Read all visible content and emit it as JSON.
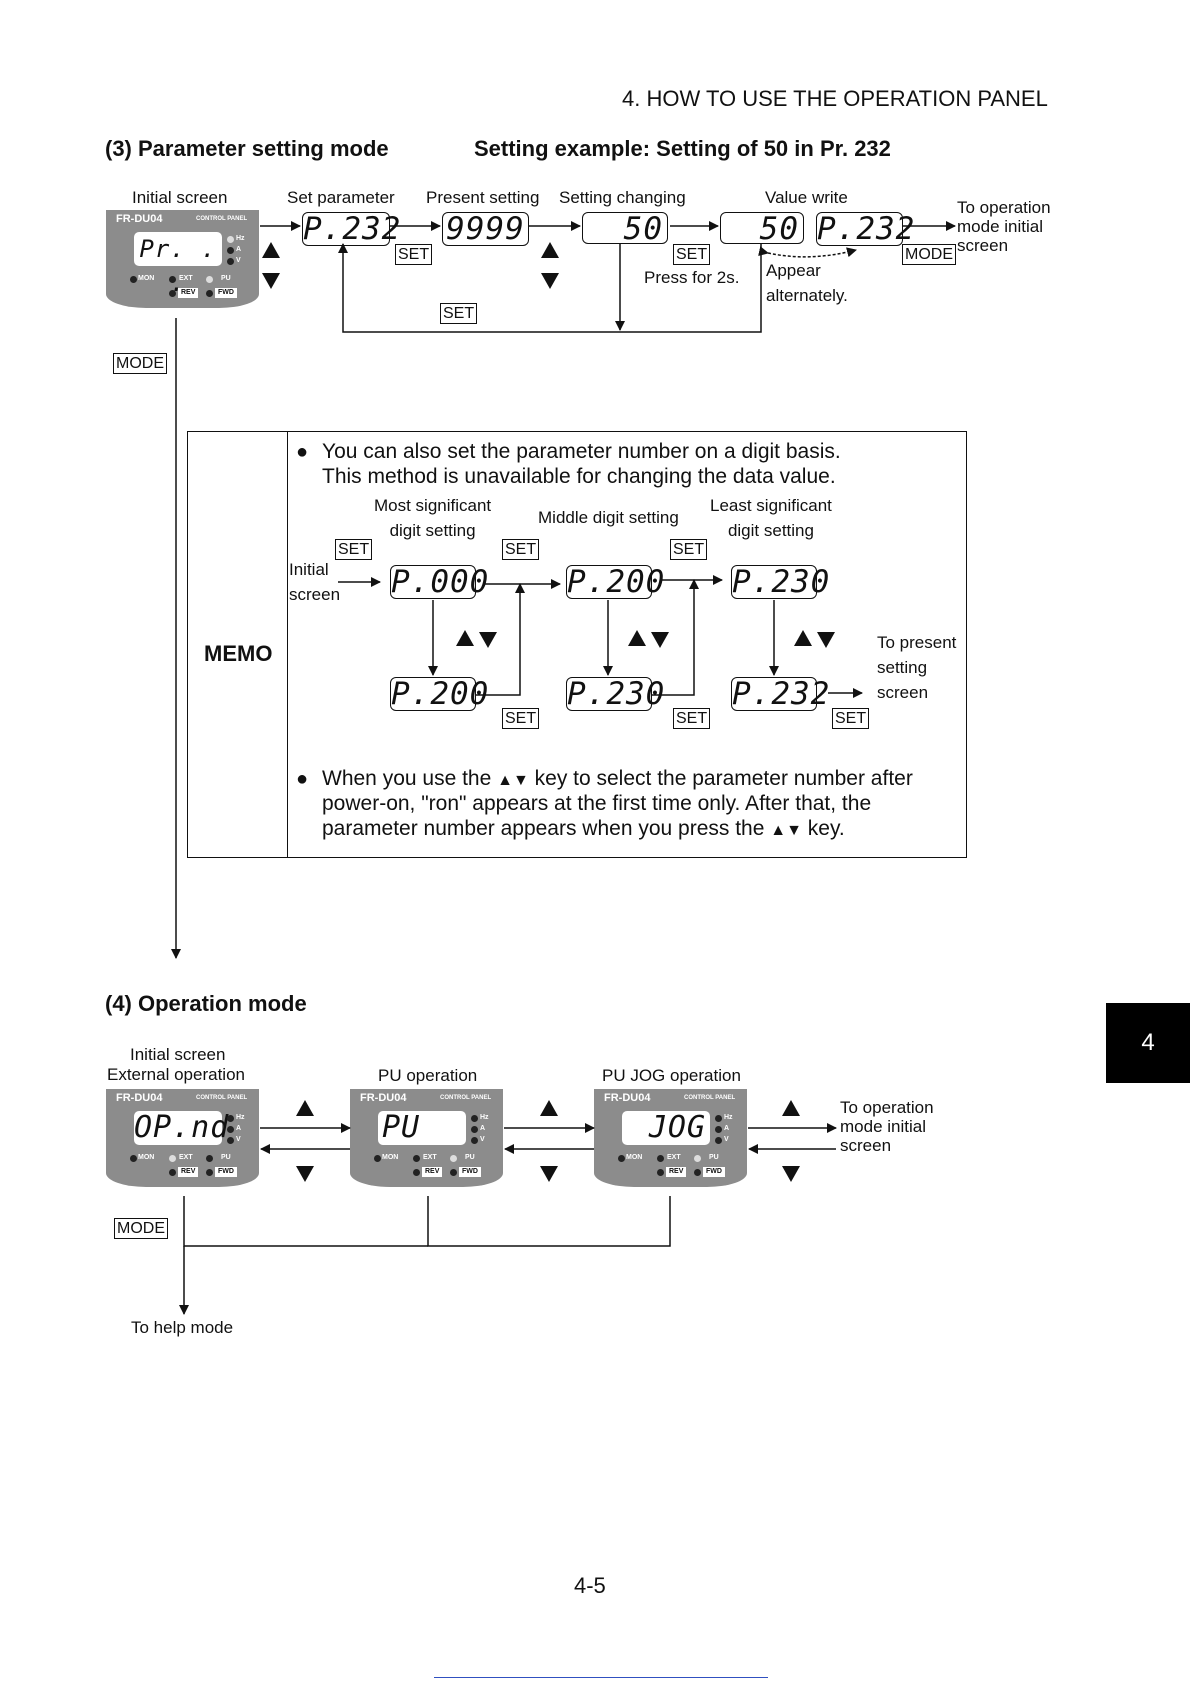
{
  "header": {
    "title": "4. HOW TO USE THE OPERATION PANEL"
  },
  "section3": {
    "title": "(3) Parameter setting mode",
    "example": "Setting example: Setting of 50 in Pr. 232",
    "labels": {
      "initial_screen": "Initial screen",
      "set_parameter": "Set parameter",
      "present_setting": "Present setting",
      "setting_changing": "Setting changing",
      "value_write": "Value write",
      "to_operation": "To operation\nmode initial\nscreen",
      "press_2s": "Press for 2s.",
      "appear": "Appear\nalternately."
    },
    "displays": {
      "set_param": "P.232",
      "present": "9999",
      "changing": "50",
      "write_value": "50",
      "write_param": "P.232"
    },
    "panel": {
      "model": "FR-DU04",
      "control_panel": "CONTROL PANEL",
      "display": "Pr. . .",
      "hz": "Hz",
      "a": "A",
      "v": "V",
      "mon": "MON",
      "ext": "EXT",
      "pu": "PU",
      "rev": "REV",
      "fwd": "FWD"
    },
    "keys": {
      "set": "SET",
      "mode": "MODE"
    }
  },
  "memo": {
    "title": "MEMO",
    "bullet1_line1": "You can also set the parameter number on a digit basis.",
    "bullet1_line2": "This method is unavailable for changing the data value.",
    "most": "Most significant\ndigit setting",
    "middle": "Middle digit setting",
    "least": "Least significant\ndigit setting",
    "initial_screen": "Initial\nscreen",
    "to_present": "To present\nsetting\nscreen",
    "disp_top": [
      "P.000",
      "P.200",
      "P.230"
    ],
    "disp_bottom": [
      "P.200",
      "P.230",
      "P.232"
    ],
    "bullet2_a": "When you use the",
    "bullet2_b": "key to select the parameter number after",
    "bullet2_line2": "power-on, \"ron\" appears at the first time only. After that, the",
    "bullet2_line3a": "parameter number appears when you press the",
    "bullet2_line3b": "key."
  },
  "section4": {
    "title": "(4) Operation mode",
    "initial_screen": "Initial screen",
    "external_operation": "External operation",
    "pu_operation": "PU operation",
    "pu_jog_operation": "PU JOG operation",
    "to_operation": "To operation\nmode initial\nscreen",
    "to_help": "To help mode",
    "displays": [
      "OP.nd",
      "PU",
      "JOG"
    ],
    "mode_key": "MODE"
  },
  "side_tab": "4",
  "footer": {
    "page_number": "4-5"
  }
}
